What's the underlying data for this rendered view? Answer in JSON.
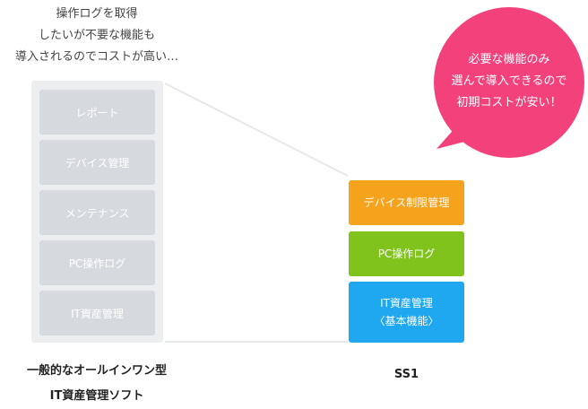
{
  "left_caption": [
    "操作ログを取得",
    "したいが不要な機能も",
    "導入されるのでコストが高い…"
  ],
  "left_items": [
    "レポート",
    "デバイス管理",
    "メンテナンス",
    "PC操作ログ",
    "IT資産管理"
  ],
  "left_label": [
    "一般的なオールインワン型",
    "IT資産管理ソフト"
  ],
  "right_items": [
    {
      "label": "デバイス制限管理",
      "color": "#f5a31c"
    },
    {
      "label": "PC操作ログ",
      "color": "#7fc31c"
    },
    {
      "label": "IT資産管理",
      "sub": "〈基本機能〉",
      "color": "#1fa7f0"
    }
  ],
  "right_label": "SS1",
  "bubble": {
    "lines": [
      "必要な機能のみ",
      "選んで導入できるので",
      "初期コストが安い！"
    ],
    "color": "#f3417c"
  }
}
